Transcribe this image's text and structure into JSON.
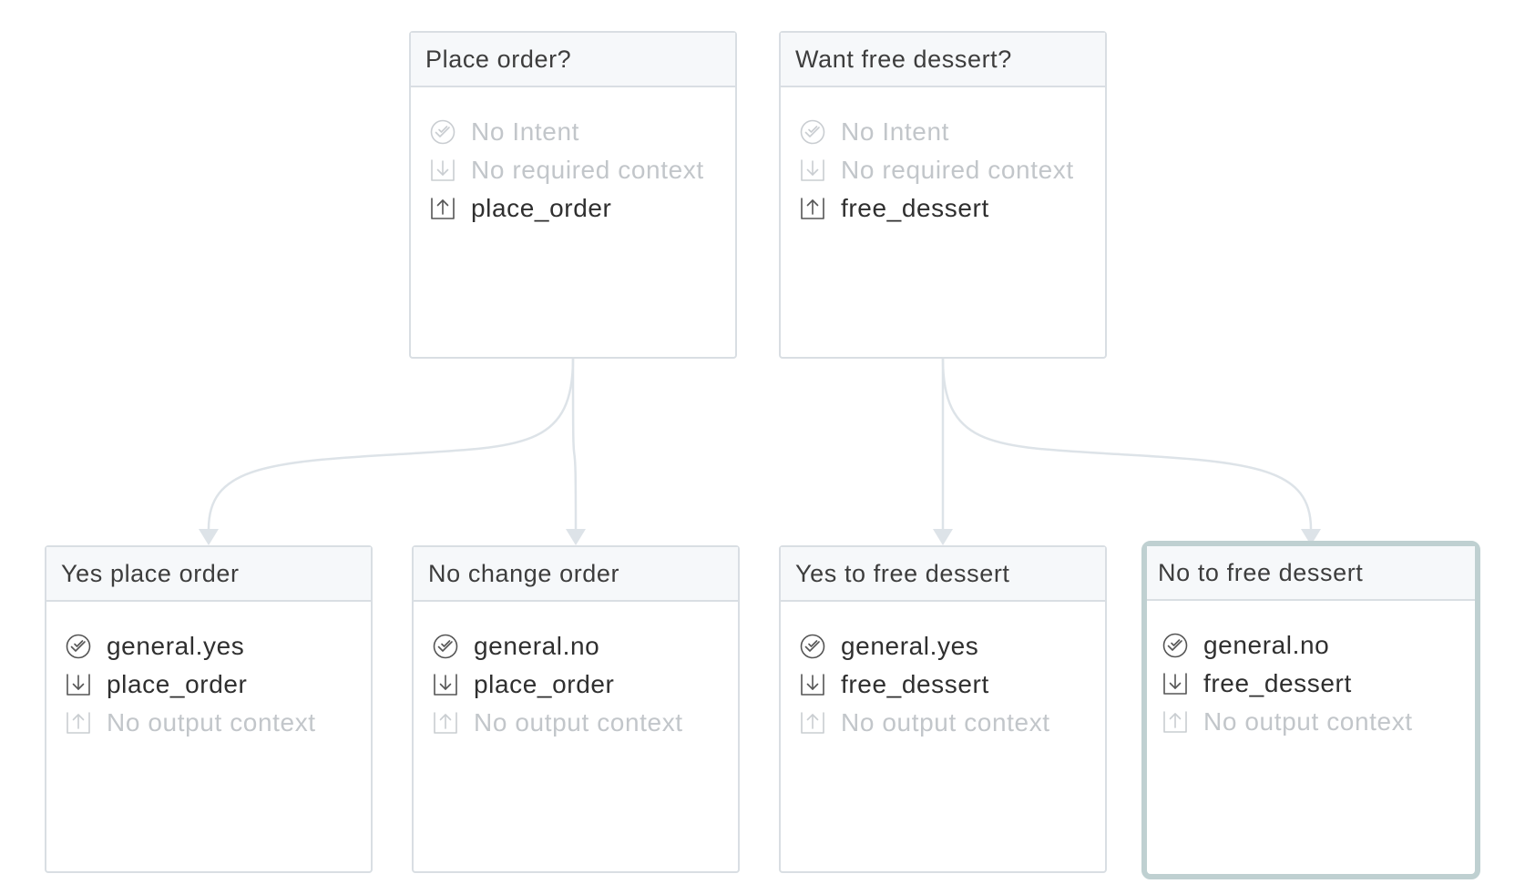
{
  "nodes": [
    {
      "title": "Place order?",
      "selected": false,
      "rows": [
        {
          "icon": "intent-check-icon",
          "text": "No Intent",
          "muted": true
        },
        {
          "icon": "input-context-icon",
          "text": "No required context",
          "muted": true
        },
        {
          "icon": "output-context-icon",
          "text": "place_order",
          "muted": false
        }
      ]
    },
    {
      "title": "Want free dessert?",
      "selected": false,
      "rows": [
        {
          "icon": "intent-check-icon",
          "text": "No Intent",
          "muted": true
        },
        {
          "icon": "input-context-icon",
          "text": "No required context",
          "muted": true
        },
        {
          "icon": "output-context-icon",
          "text": "free_dessert",
          "muted": false
        }
      ]
    },
    {
      "title": "Yes place order",
      "selected": false,
      "rows": [
        {
          "icon": "intent-check-icon",
          "text": "general.yes",
          "muted": false
        },
        {
          "icon": "input-context-icon",
          "text": "place_order",
          "muted": false
        },
        {
          "icon": "output-context-icon",
          "text": "No output context",
          "muted": true
        }
      ]
    },
    {
      "title": "No change order",
      "selected": false,
      "rows": [
        {
          "icon": "intent-check-icon",
          "text": "general.no",
          "muted": false
        },
        {
          "icon": "input-context-icon",
          "text": "place_order",
          "muted": false
        },
        {
          "icon": "output-context-icon",
          "text": "No output context",
          "muted": true
        }
      ]
    },
    {
      "title": "Yes to free dessert",
      "selected": false,
      "rows": [
        {
          "icon": "intent-check-icon",
          "text": "general.yes",
          "muted": false
        },
        {
          "icon": "input-context-icon",
          "text": "free_dessert",
          "muted": false
        },
        {
          "icon": "output-context-icon",
          "text": "No output context",
          "muted": true
        }
      ]
    },
    {
      "title": "No to free dessert",
      "selected": true,
      "rows": [
        {
          "icon": "intent-check-icon",
          "text": "general.no",
          "muted": false
        },
        {
          "icon": "input-context-icon",
          "text": "free_dessert",
          "muted": false
        },
        {
          "icon": "output-context-icon",
          "text": "No output context",
          "muted": true
        }
      ]
    }
  ],
  "edges": [
    {
      "from": 0,
      "to": 2
    },
    {
      "from": 0,
      "to": 3
    },
    {
      "from": 1,
      "to": 4
    },
    {
      "from": 1,
      "to": 5
    }
  ],
  "colors": {
    "edge": "#dde3e8",
    "border": "#d9dee3",
    "header_bg": "#f6f8fa",
    "selected_border": "#bfd0d1"
  }
}
